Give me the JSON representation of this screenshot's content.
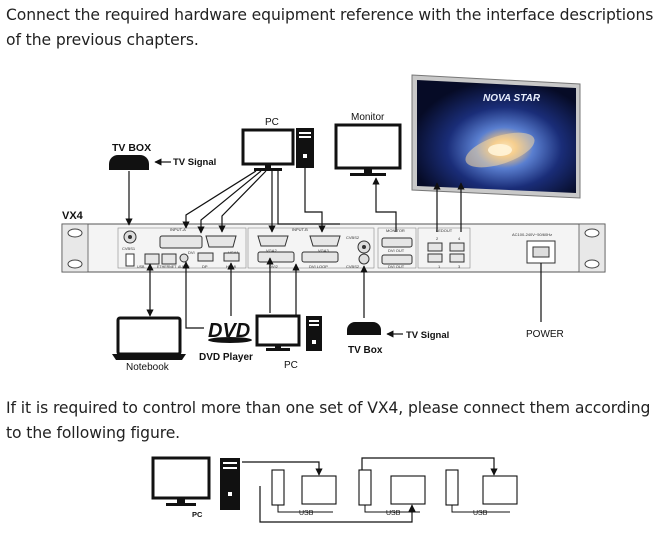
{
  "intro": {
    "paragraph": "Connect the required hardware equipment reference with the interface descriptions of the previous chapters."
  },
  "diagram": {
    "device_name": "VX4",
    "labels": {
      "tv_box_top": "TV BOX",
      "tv_signal_top": "TV Signal",
      "pc_top": "PC",
      "monitor": "Monitor",
      "notebook": "Notebook",
      "dvd_player": "DVD Player",
      "dvd_logo": "DVD",
      "pc_bottom": "PC",
      "tv_box_bottom": "TV Box",
      "tv_signal_bottom": "TV Signal",
      "power": "POWER",
      "screen_brand": "NOVA STAR"
    },
    "panel_labels": {
      "cvbs1": "CVBS1",
      "input_a": "INPUT-A",
      "dvi": "DVI",
      "vga1": "VGA1",
      "input_b": "INPUT-B",
      "vga2": "VGA2",
      "vga3": "VGA3",
      "cvbs2_top": "CVBS2",
      "monitor_port": "MONITOR",
      "dvi_out_1": "DVI OUT",
      "dvi_out_2": "DVI OUT",
      "ledout": "LEDOUT",
      "port_2": "2",
      "port_4": "4",
      "port_1": "1",
      "port_3": "3",
      "ac": "AC100-240V~50/60Hz",
      "usb": "USB",
      "ethernet": "ETHERNET",
      "audio": "AUDIO",
      "dp": "DP",
      "hdmi": "HDMI",
      "dvi2": "DVI2",
      "dvi_loop": "DVI LOOP",
      "cvbs2_bottom": "CVBS2"
    }
  },
  "cascade": {
    "paragraph": "If it is required to control more than one set of VX4, please connect them according to the following figure.",
    "pc_label": "PC",
    "usb_labels": [
      "USB",
      "USB",
      "USB"
    ]
  }
}
